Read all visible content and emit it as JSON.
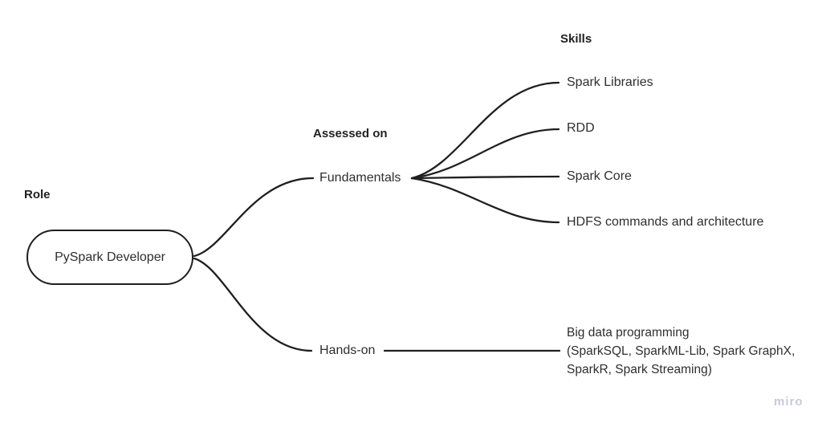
{
  "diagram": {
    "column_headers": {
      "role": "Role",
      "assessed_on": "Assessed on",
      "skills": "Skills"
    },
    "root": {
      "label": "PySpark Developer"
    },
    "branches": [
      {
        "label": "Fundamentals",
        "children": [
          "Spark Libraries",
          "RDD",
          "Spark Core",
          "HDFS commands and architecture"
        ]
      },
      {
        "label": "Hands-on",
        "children": [
          "Big data programming\n(SparkSQL, SparkML-Lib, Spark GraphX,\nSparkR, Spark Streaming)"
        ]
      }
    ]
  },
  "watermark": "miro",
  "colors": {
    "line": "#1f1f1f",
    "text": "#2e2e2e",
    "watermark": "#c7cad7"
  }
}
